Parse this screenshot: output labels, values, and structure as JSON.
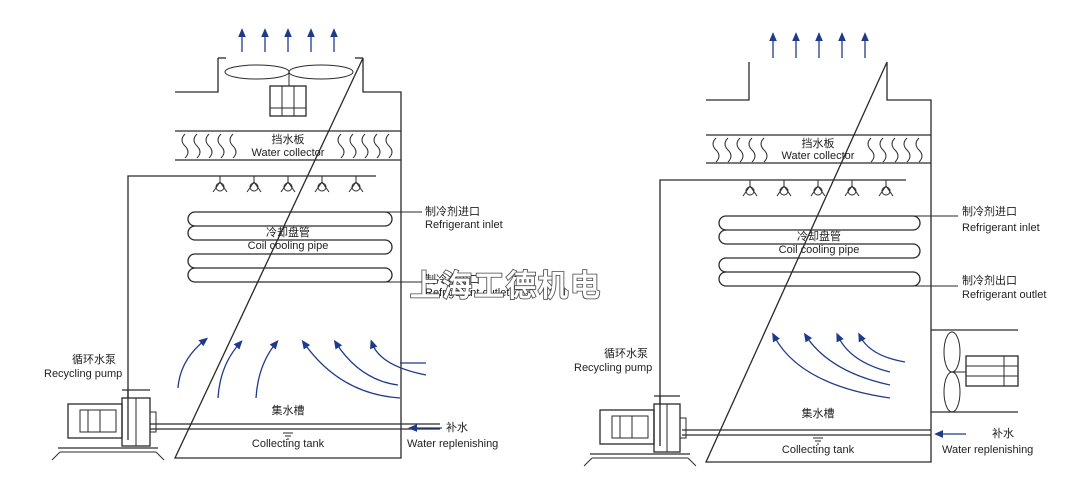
{
  "left_diagram": {
    "water_collector_cn": "挡水板",
    "water_collector_en": "Water collector",
    "coil_cn": "冷却盘管",
    "coil_en": "Coil cooling pipe",
    "refrigerant_inlet_cn": "制冷剂进口",
    "refrigerant_inlet_en": "Refrigerant inlet",
    "refrigerant_outlet_cn": "制冷剂出口",
    "refrigerant_outlet_en": "Refrigerant outlet",
    "pump_cn": "循环水泵",
    "pump_en": "Recycling pump",
    "tank_cn": "集水槽",
    "tank_en": "Collecting tank",
    "replenish_cn": "补水",
    "replenish_en": "Water replenishing"
  },
  "right_diagram": {
    "water_collector_cn": "挡水板",
    "water_collector_en": "Water collector",
    "coil_cn": "冷却盘管",
    "coil_en": "Coil cooling pipe",
    "refrigerant_inlet_cn": "制冷剂进口",
    "refrigerant_inlet_en": "Refrigerant inlet",
    "refrigerant_outlet_cn": "制冷剂出口",
    "refrigerant_outlet_en": "Refrigerant outlet",
    "pump_cn": "循环水泵",
    "pump_en": "Recycling pump",
    "tank_cn": "集水槽",
    "tank_en": "Collecting tank",
    "replenish_cn": "补水",
    "replenish_en": "Water replenishing"
  },
  "watermark": "上海工德机电",
  "colors": {
    "airflow": "#1e3a8a",
    "line": "#2a2a2a"
  }
}
